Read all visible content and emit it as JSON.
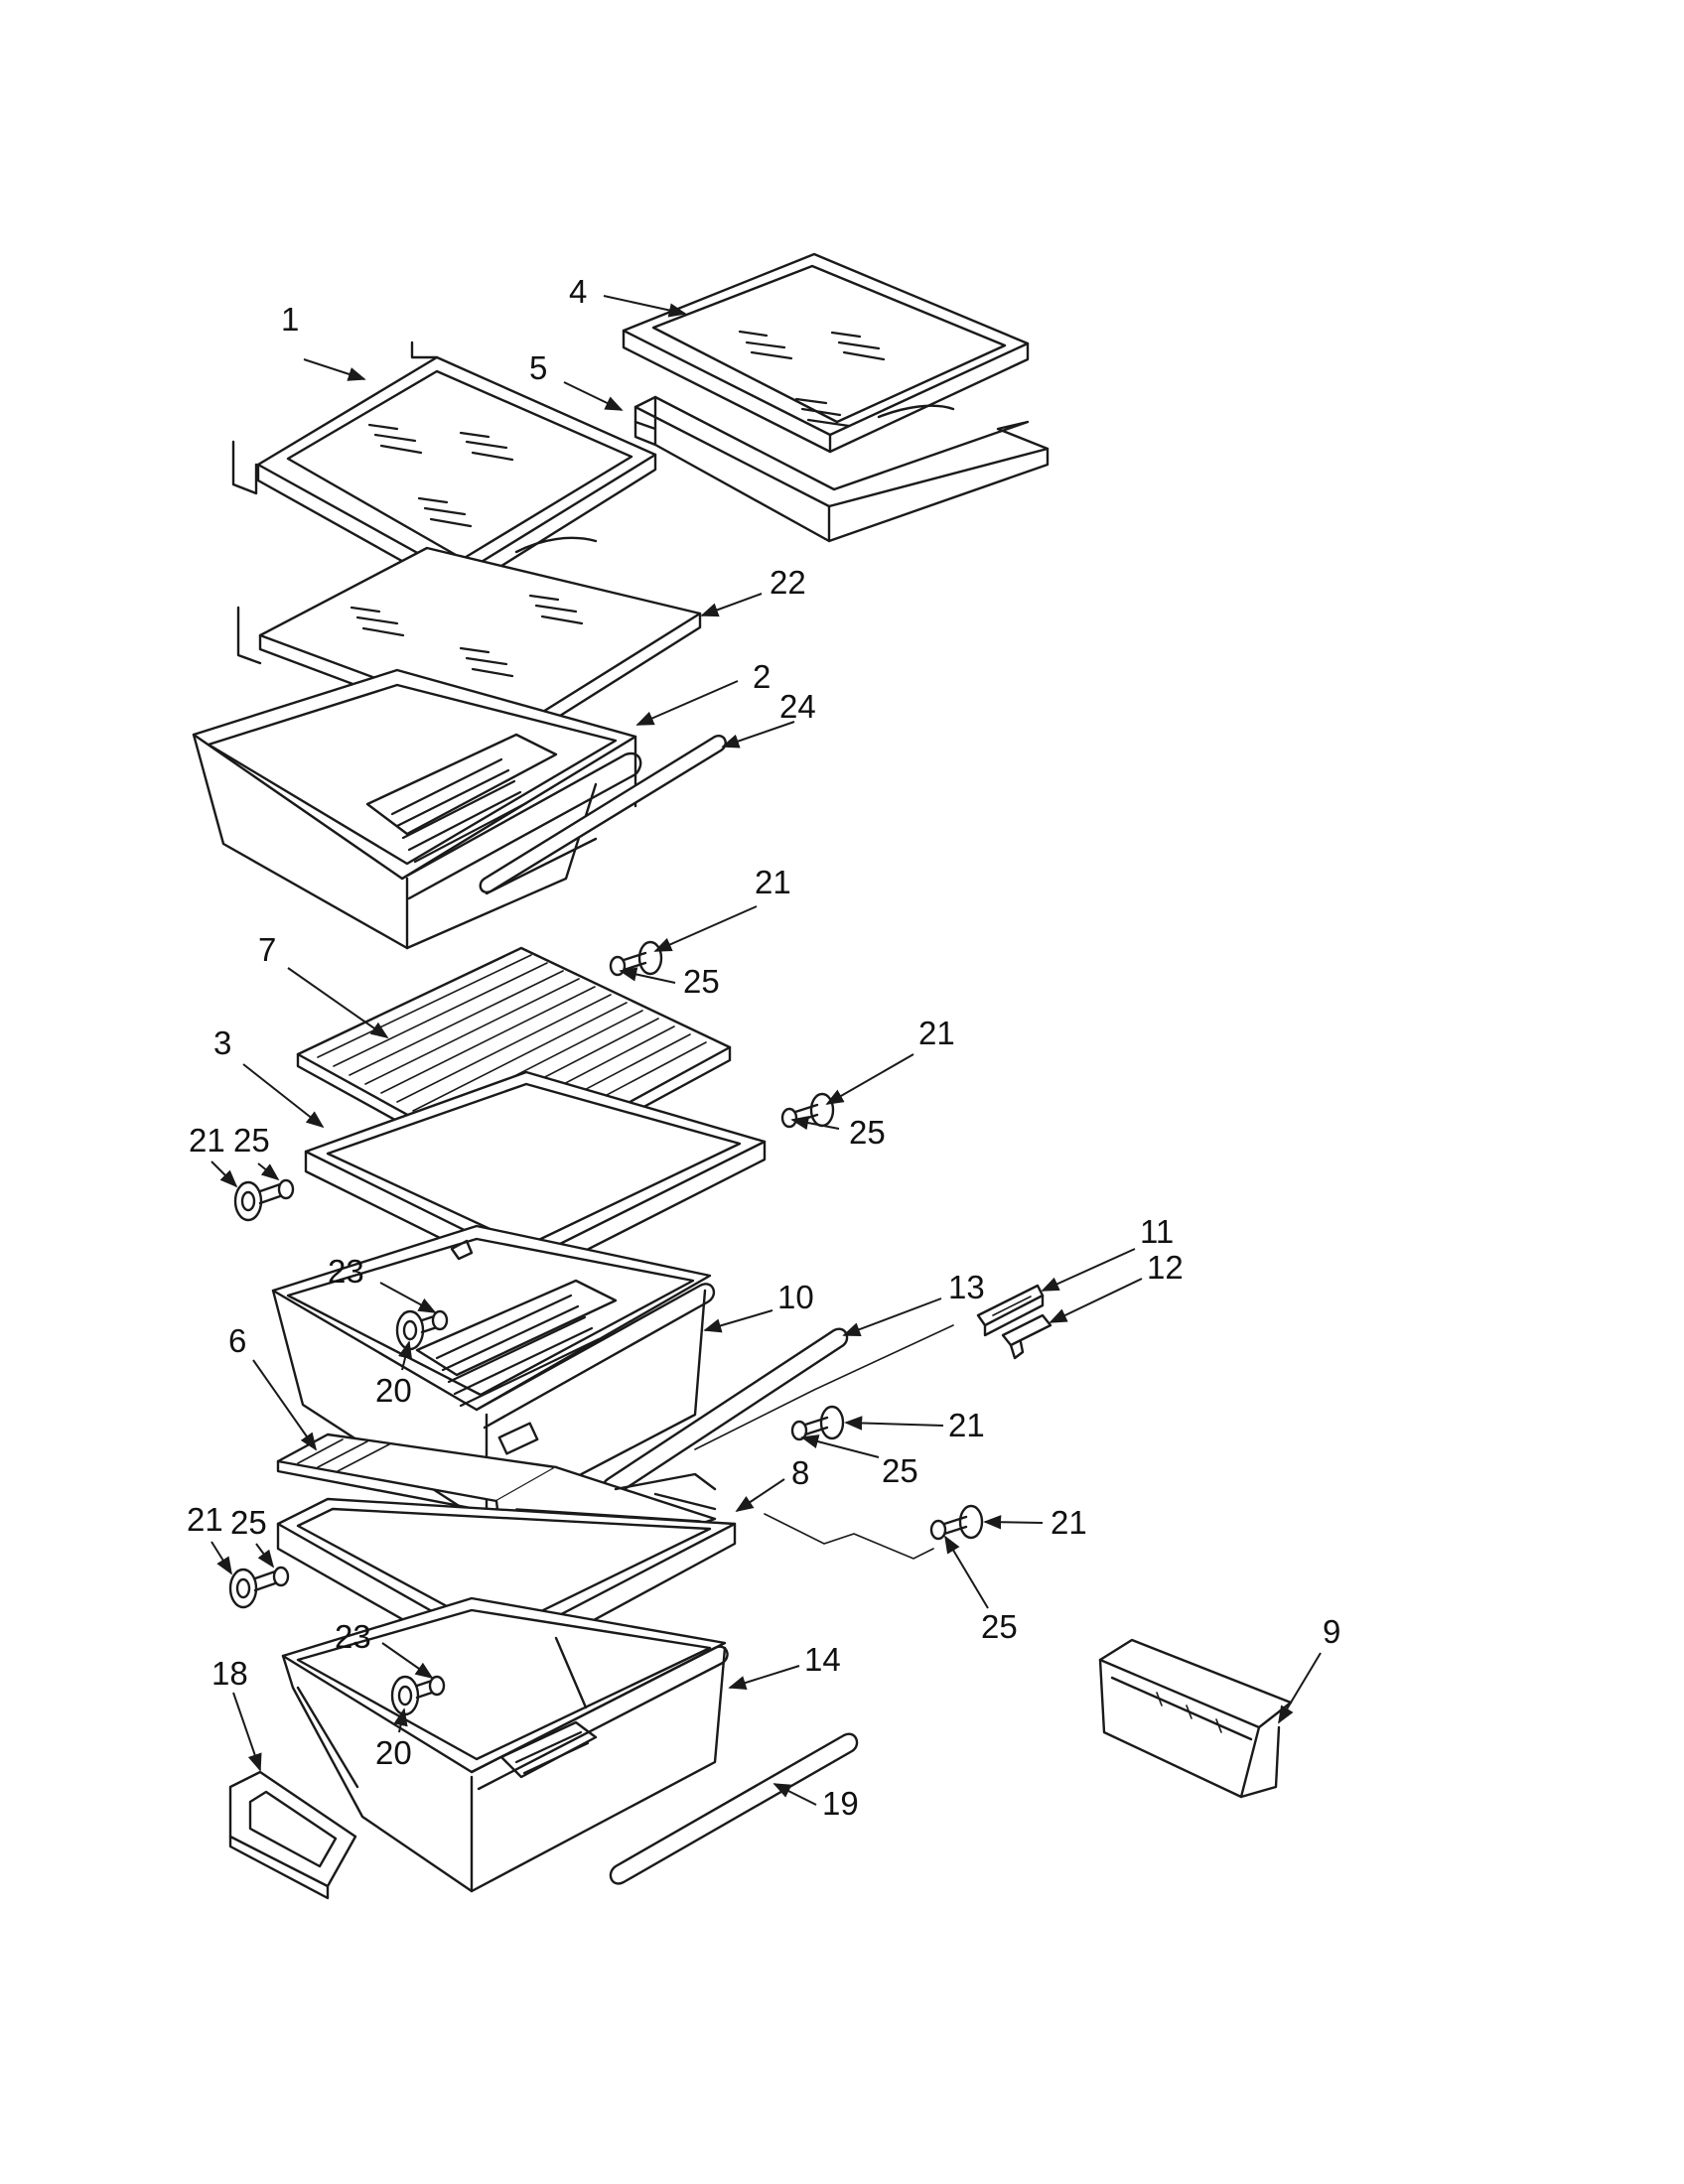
{
  "callouts": [
    {
      "id": "c1",
      "text": "1"
    },
    {
      "id": "c2",
      "text": "2"
    },
    {
      "id": "c3",
      "text": "3"
    },
    {
      "id": "c4",
      "text": "4"
    },
    {
      "id": "c5",
      "text": "5"
    },
    {
      "id": "c6",
      "text": "6"
    },
    {
      "id": "c7",
      "text": "7"
    },
    {
      "id": "c8",
      "text": "8"
    },
    {
      "id": "c9",
      "text": "9"
    },
    {
      "id": "c10",
      "text": "10"
    },
    {
      "id": "c11",
      "text": "11"
    },
    {
      "id": "c12",
      "text": "12"
    },
    {
      "id": "c13",
      "text": "13"
    },
    {
      "id": "c14",
      "text": "14"
    },
    {
      "id": "c18",
      "text": "18"
    },
    {
      "id": "c19",
      "text": "19"
    },
    {
      "id": "c20a",
      "text": "20"
    },
    {
      "id": "c20b",
      "text": "20"
    },
    {
      "id": "c21a",
      "text": "21"
    },
    {
      "id": "c21b",
      "text": "21"
    },
    {
      "id": "c21c",
      "text": "21"
    },
    {
      "id": "c21d",
      "text": "21"
    },
    {
      "id": "c21e",
      "text": "21"
    },
    {
      "id": "c21f",
      "text": "21"
    },
    {
      "id": "c22",
      "text": "22"
    },
    {
      "id": "c23a",
      "text": "23"
    },
    {
      "id": "c23b",
      "text": "23"
    },
    {
      "id": "c24",
      "text": "24"
    },
    {
      "id": "c25a",
      "text": "25"
    },
    {
      "id": "c25b",
      "text": "25"
    },
    {
      "id": "c25c",
      "text": "25"
    },
    {
      "id": "c25d",
      "text": "25"
    },
    {
      "id": "c25e",
      "text": "25"
    },
    {
      "id": "c25f",
      "text": "25"
    }
  ],
  "colors": {
    "line": "#1a1a1a",
    "background": "#ffffff"
  }
}
